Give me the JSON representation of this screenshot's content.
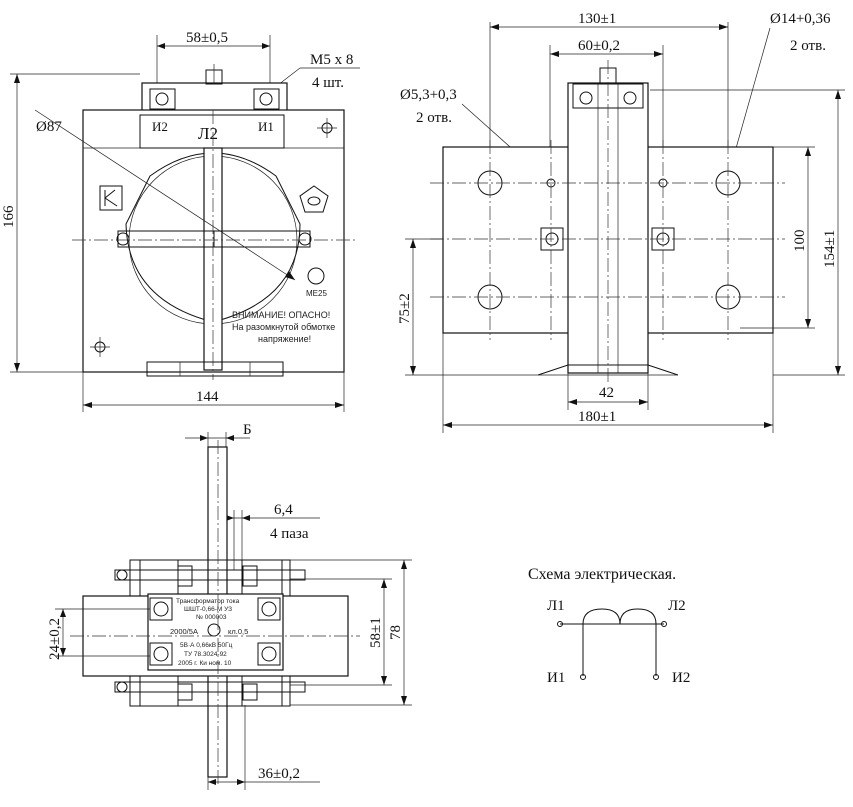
{
  "front_view": {
    "dim_width": "144",
    "dim_height": "166",
    "dim_diameter": "Ø87",
    "dim_terminal_spacing": "58±0,5",
    "screw_label": "М5 х 8",
    "screw_count": "4 шт.",
    "terminal_left": "И2",
    "terminal_right": "И1",
    "primary_label": "Л2",
    "cert_mark": "МЕ25",
    "warning_line1": "ВНИМАНИЕ! ОПАСНО!",
    "warning_line2": "На разомкнутой обмотке",
    "warning_line3": "напряжение!"
  },
  "side_view": {
    "dim_mount_spacing": "130±1",
    "dim_slot_spacing": "60±0,2",
    "hole_large_label": "Ø14+0,36",
    "hole_large_count": "2 отв.",
    "hole_small_label": "Ø5,3+0,3",
    "hole_small_count": "2 отв.",
    "dim_height_total": "154±1",
    "dim_hole_vertical": "100",
    "dim_base_to_center": "75±2",
    "dim_bar_width": "42",
    "dim_total_width": "180±1"
  },
  "top_view": {
    "dim_b": "Б",
    "dim_slot": "6,4",
    "dim_slot_count": "4 паза",
    "dim_terminal_spacing": "24±0,2",
    "dim_depth_inner": "58±1",
    "dim_depth_total": "78",
    "dim_bar": "36±0,2",
    "nameplate_line1": "Трансформатор тока",
    "nameplate_line2": "ШШТ-0,66-М УЗ",
    "nameplate_line3": "№ 000003",
    "nameplate_ratio": "2000/5А",
    "nameplate_class": "кл.0,5",
    "nameplate_rating": "5В·А  0,66кВ  50Гц",
    "nameplate_standard": "ТУ 78.3024-92",
    "nameplate_date": "2005 г. Ки ном. 10"
  },
  "schematic": {
    "title": "Схема электрическая.",
    "l1": "Л1",
    "l2": "Л2",
    "i1": "И1",
    "i2": "И2"
  }
}
